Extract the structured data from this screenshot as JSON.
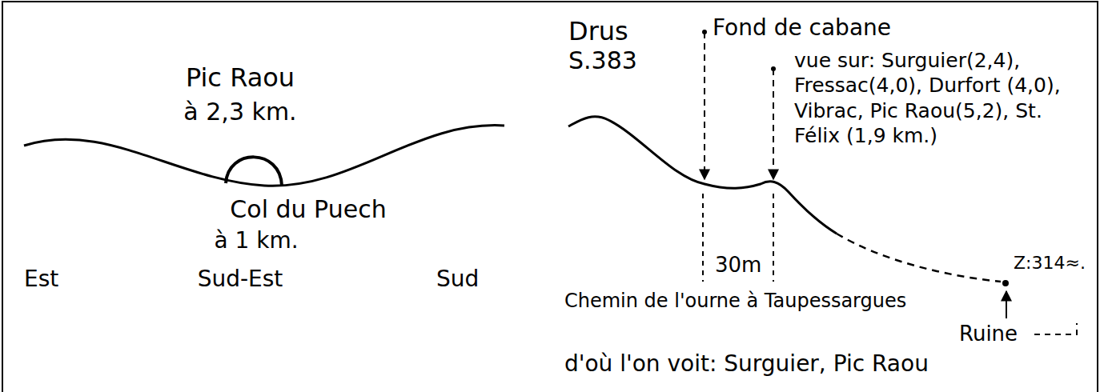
{
  "diagram": {
    "labels": [
      "Pic Raou",
      "à 2,3 km.",
      "Col du Puech",
      "à 1 km.",
      "Est",
      "Sud-Est",
      "Sud",
      "Drus",
      "S.383",
      "Fond de cabane",
      "vue sur: Surguier(2,4), Fressac(4,0), Durfort (4,0), Vibrac, Pic Raou(5,2), St. Félix (1,9 km.)",
      "30m",
      "Z:314≈.",
      "Chemin de l'ourne à Taupessargues",
      "Ruine",
      "d'où l'on voit: Surguier, Pic Raou"
    ]
  }
}
